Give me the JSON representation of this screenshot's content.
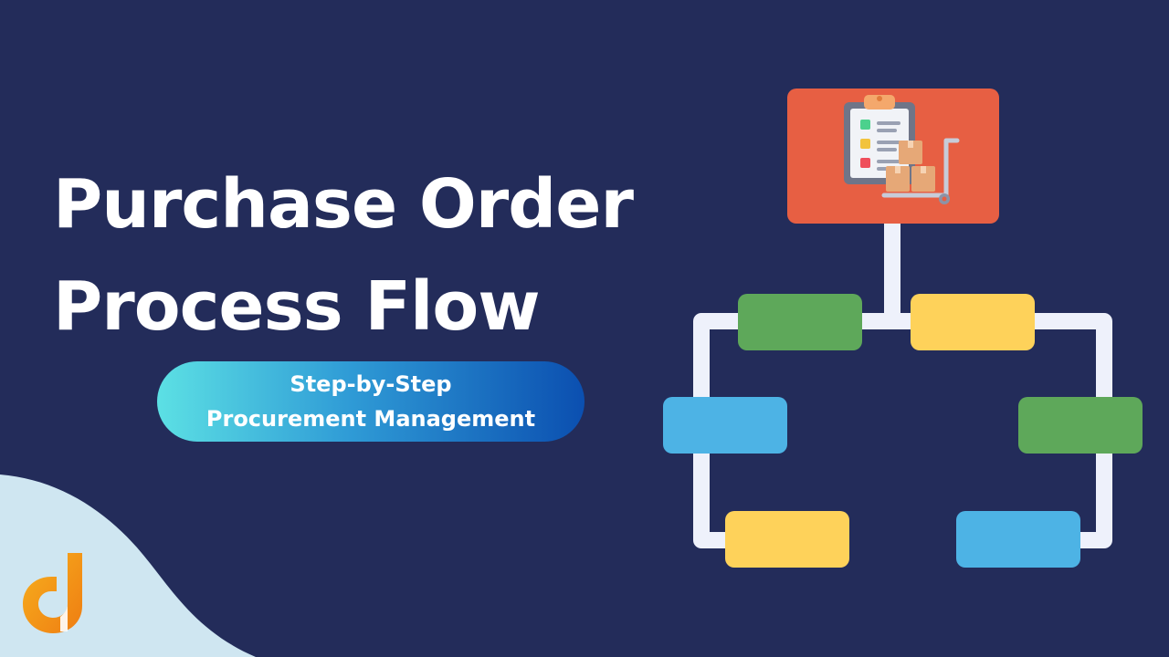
{
  "title": {
    "line1": "Purchase Order",
    "line2": "Process Flow"
  },
  "subtitle": {
    "line1": "Step-by-Step",
    "line2": "Procurement Management"
  },
  "colors": {
    "background": "#232c5a",
    "wave": "#cfe6f1",
    "top_node": "#e75f43",
    "green": "#5ea85a",
    "yellow": "#fed25a",
    "blue": "#4db3e5",
    "connector": "#eef1fb",
    "logo_orange": "#f39a1a"
  },
  "icons": {
    "top_node": "clipboard-cart-icon",
    "logo": "brand-logo-icon"
  }
}
